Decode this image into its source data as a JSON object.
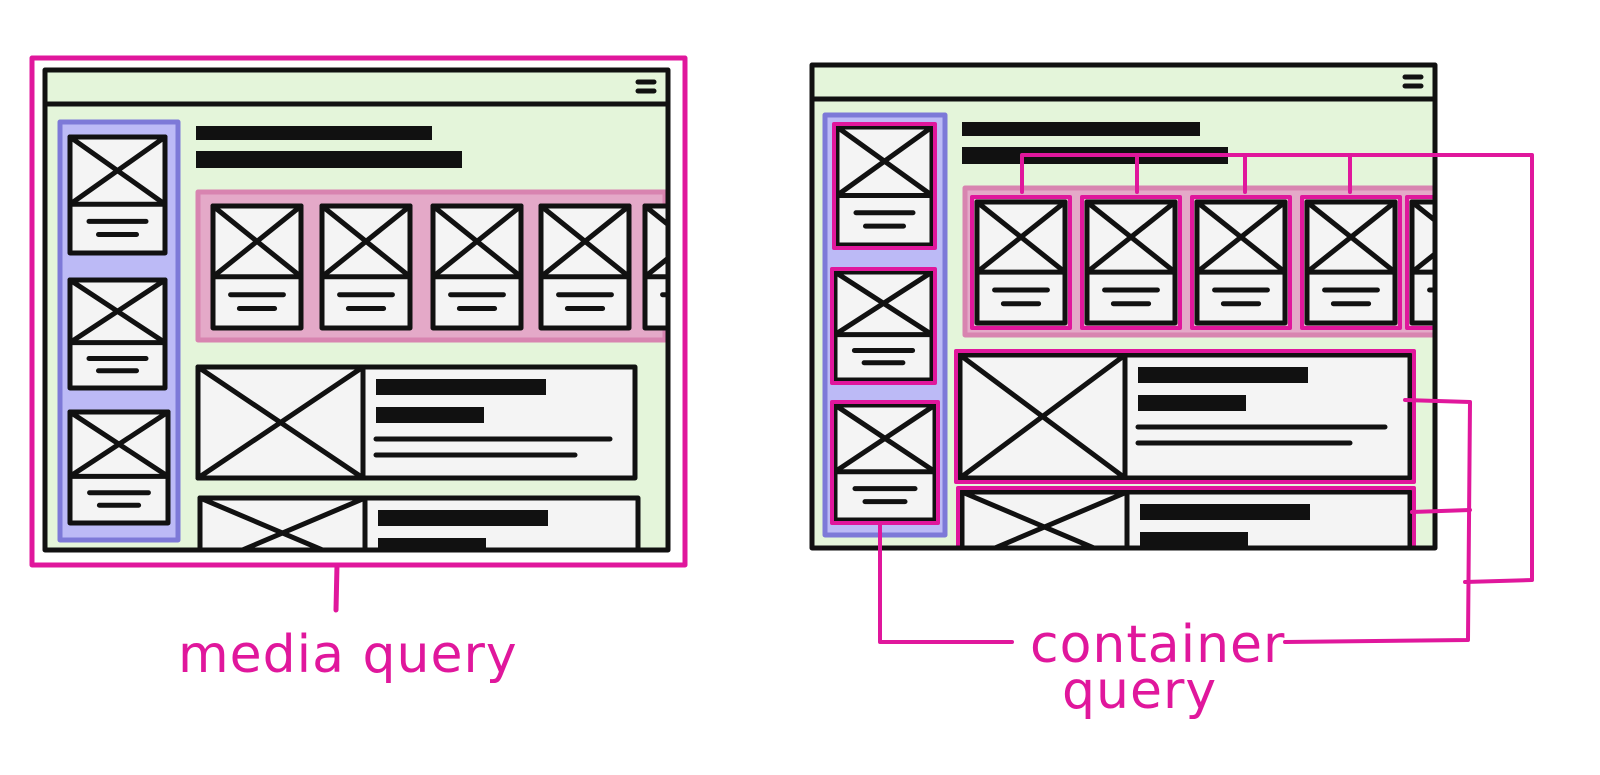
{
  "labels": {
    "media_query": "media query",
    "container_query_line1": "container",
    "container_query_line2": "query"
  },
  "colors": {
    "highlight": "#e0179c",
    "page_bg": "#e4f5da",
    "sidebar_fill": "#bcbaf6",
    "sidebar_border": "#7d79d8",
    "strip_fill": "#e4a9c8",
    "strip_border": "#d884b0",
    "card_fill": "#f4f4f4",
    "ink": "#111111"
  }
}
